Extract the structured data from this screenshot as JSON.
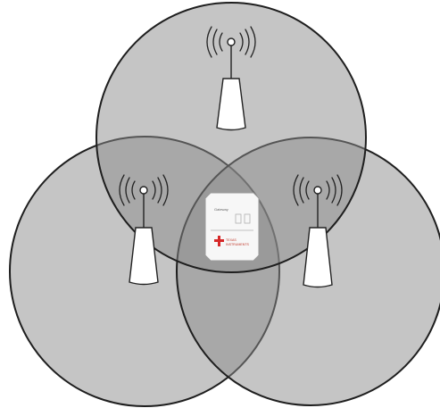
{
  "diagram": {
    "circle_fill": "#8c8c8c",
    "circle_stroke": "#1e1e1e",
    "towers": [
      {
        "name": "top"
      },
      {
        "name": "left"
      },
      {
        "name": "right"
      }
    ],
    "device": {
      "label": "Gateway",
      "brand_line1": "TEXAS",
      "brand_line2": "INSTRUMENTS",
      "brand_color": "#d62828"
    }
  }
}
